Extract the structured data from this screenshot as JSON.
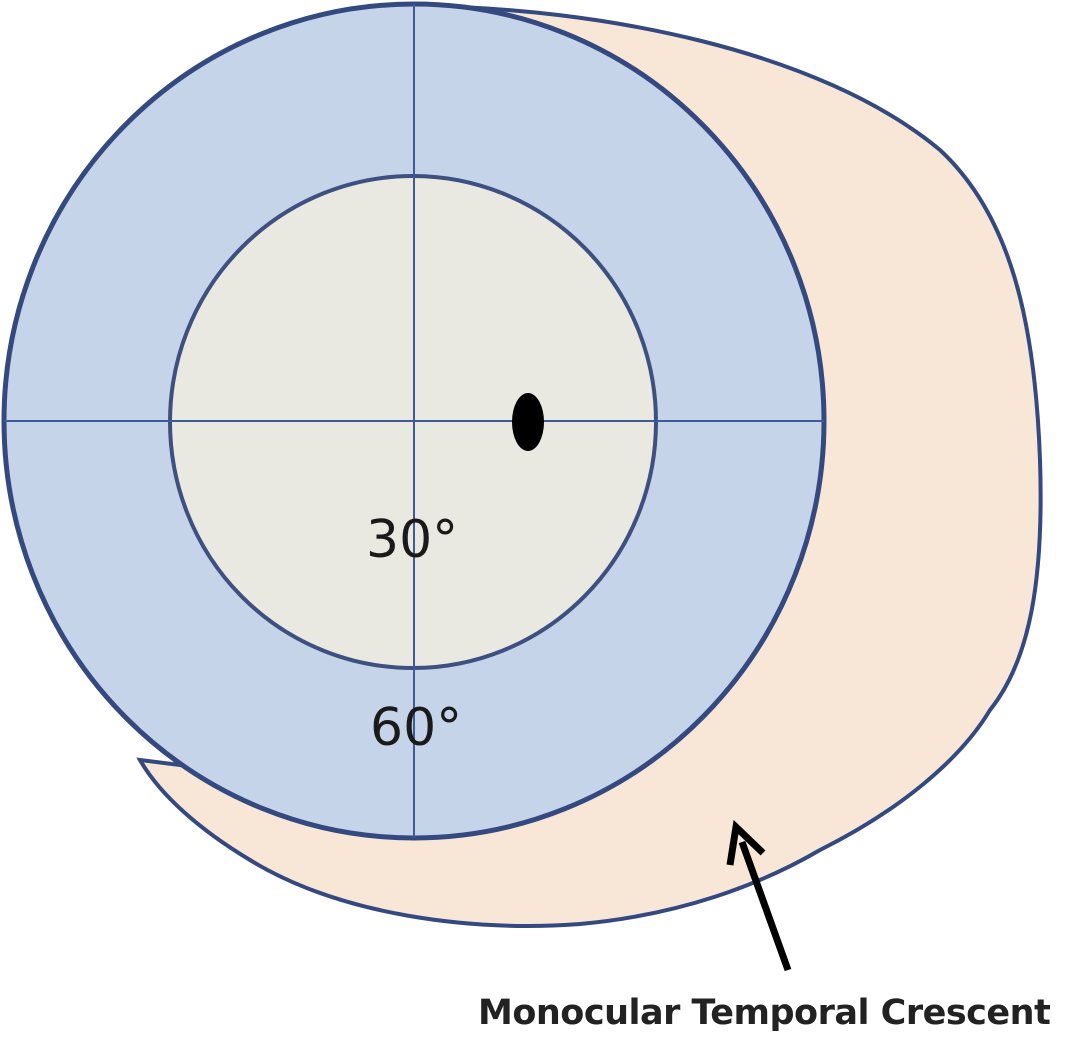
{
  "labels": {
    "inner_ring": "30°",
    "outer_ring": "60°",
    "caption": "Monocular Temporal Crescent"
  },
  "colors": {
    "outline": "#34497f",
    "outer_ring_fill": "#c6d4ea",
    "inner_ring_fill": "#e9e9e1",
    "crescent_fill": "#f8e6d6",
    "arrow": "#000000",
    "blind_spot": "#000000"
  }
}
